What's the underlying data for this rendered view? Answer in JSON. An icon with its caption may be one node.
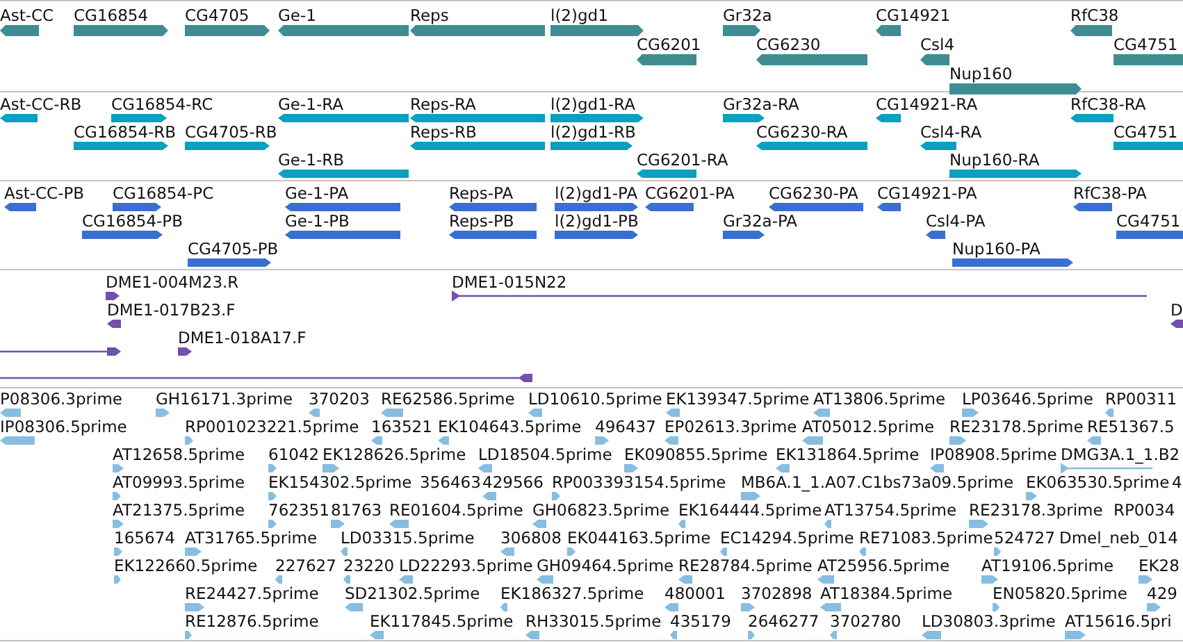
{
  "diagram": {
    "labels": [
      "Ast-CC",
      "CG16854",
      "CG4705",
      "Ge-1",
      "Reps",
      "l(2)gd1",
      "Gr32a",
      "CG14921",
      "RfC38",
      "CG6201",
      "CG6230",
      "Csl4",
      "CG4751",
      "Nup160",
      "Ast-CC-RB",
      "CG16854-RC",
      "Ge-1-RA",
      "Reps-RA",
      "l(2)gd1-RA",
      "Gr32a-RA",
      "CG14921-RA",
      "RfC38-RA",
      "CG16854-RB",
      "CG4705-RB",
      "Reps-RB",
      "l(2)gd1-RB",
      "CG6230-RA",
      "Csl4-RA",
      "CG4751",
      "Ge-1-RB",
      "CG6201-RA",
      "Nup160-RA",
      "Ast-CC-PB",
      "CG16854-PC",
      "Ge-1-PA",
      "Reps-PA",
      "l(2)gd1-PA",
      "CG6201-PA",
      "CG6230-PA",
      "CG14921-PA",
      "RfC38-PA",
      "CG16854-PB",
      "Ge-1-PB",
      "Reps-PB",
      "l(2)gd1-PB",
      "Gr32a-PA",
      "Csl4-PA",
      "CG4751",
      "CG4705-PB",
      "Nup160-PA",
      "DME1-004M23.R",
      "DME1-015N22",
      "DME1-017B23.F",
      "D",
      "DME1-018A17.F",
      "P08306.3prime",
      "GH16171.3prime",
      "370203",
      "RE62586.5prime",
      "LD10610.5prime",
      "EK139347.5prime",
      "AT13806.5prime",
      "LP03646.5prime",
      "RP00311",
      "IP08306.5prime",
      "RP001023221.5prime",
      "163521",
      "EK104643.5prime",
      "496437",
      "EP02613.3prime",
      "AT05012.5prime",
      "RE23178.5prime",
      "RE51367.5",
      "AT12658.5prime",
      "61042",
      "EK128626.5prime",
      "LD18504.5prime",
      "EK090855.5prime",
      "EK131864.5prime",
      "IP08908.5prime",
      "DMG3A.1_1.B2",
      "AT09993.5prime",
      "EK154302.5prime",
      "356463",
      "429566",
      "RP003393154.5prime",
      "MB6A.1_1.A07.C1bs73a09.5prime",
      "EK063530.5prime",
      "4",
      "AT21375.5prime",
      "762351",
      "81763",
      "RE01604.5prime",
      "GH06823.5prime",
      "EK164444.5prime",
      "AT13754.5prime",
      "RE23178.3prime",
      "RP0034",
      "165674",
      "AT31765.5prime",
      "LD03315.5prime",
      "306808",
      "EK044163.5prime",
      "EC14294.5prime",
      "RE71083.5prime",
      "524727",
      "Dmel_neb_014",
      "EK122660.5prime",
      "227627",
      "23220",
      "LD22293.5prime",
      "GH09464.5prime",
      "RE28784.5prime",
      "AT25956.5prime",
      "AT19106.5prime",
      "EK28",
      "RE24427.5prime",
      "SD21302.5prime",
      "EK186327.5prime",
      "480001",
      "3702898",
      "AT18384.5prime",
      "EN05820.5prime",
      "429",
      "RE12876.5prime",
      "EK117845.5prime",
      "RH33015.5prime",
      "435179",
      "2646277",
      "3702780",
      "LD30803.3prime",
      "AT15616.5pri"
    ]
  }
}
